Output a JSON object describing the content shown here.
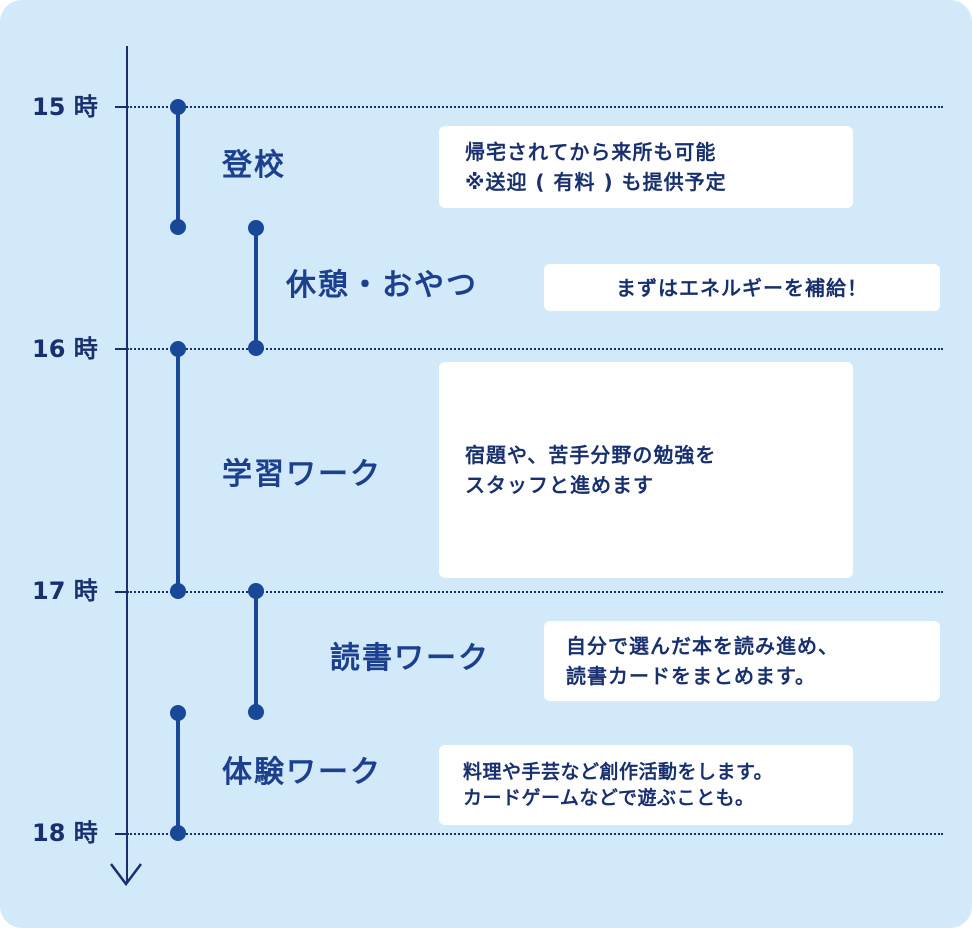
{
  "timeline": {
    "hours": [
      "15 時",
      "16 時",
      "17 時",
      "18 時"
    ]
  },
  "activities": [
    {
      "name": "登校",
      "description": [
        "帰宅されてから来所も可能",
        "※送迎 ( 有料 ) も提供予定"
      ]
    },
    {
      "name": "休憩・おやつ",
      "description": [
        "まずはエネルギーを補給！"
      ]
    },
    {
      "name": "学習ワーク",
      "description": [
        "宿題や、苦手分野の勉強を",
        "スタッフと進めます"
      ]
    },
    {
      "name": "読書ワーク",
      "description": [
        "自分で選んだ本を読み進め、",
        "読書カードをまとめます。"
      ]
    },
    {
      "name": "体験ワーク",
      "description": [
        "料理や手芸など創作活動をします。",
        "カードゲームなどで遊ぶことも。"
      ]
    }
  ],
  "colors": {
    "background": "#d1e9f8",
    "axis": "#19306e",
    "marker": "#1a4898",
    "text": "#1c3f8e",
    "card": "#ffffff"
  }
}
